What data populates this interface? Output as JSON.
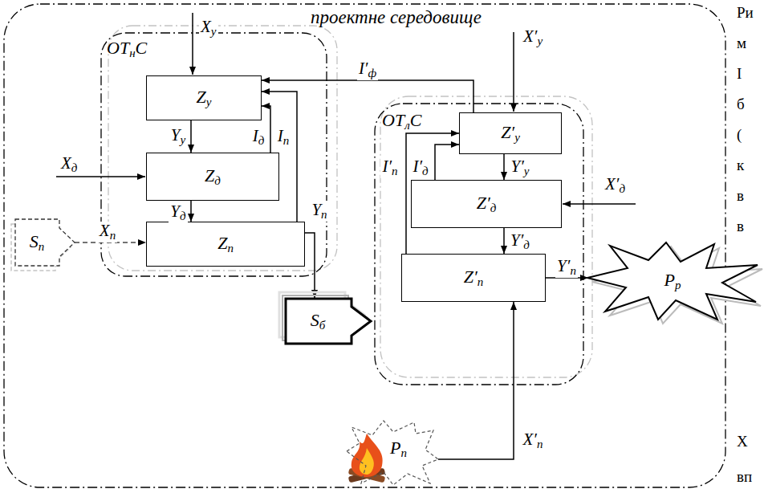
{
  "diagram": {
    "nodes": [
      {
        "text": [
          "проектне середовище"
        ]
      },
      {
        "text": [
          "OTнC"
        ],
        "in": 0
      },
      {
        "text": [
          "Zу"
        ],
        "in": 1
      },
      {
        "text": [
          "Zд"
        ],
        "in": 1
      },
      {
        "text": [
          "Zп"
        ],
        "in": 1
      },
      {
        "text": [
          "OTлC"
        ],
        "in": 0
      },
      {
        "text": [
          "Z′у"
        ],
        "in": 5
      },
      {
        "text": [
          "Z′д"
        ],
        "in": 5
      },
      {
        "text": [
          "Z′п"
        ],
        "in": 5
      },
      {
        "text": [
          "Sп"
        ],
        "in": 0
      },
      {
        "text": [
          "Sб"
        ],
        "in": 0
      },
      {
        "text": [
          "Pп"
        ],
        "in": 0
      },
      {
        "text": [
          "Pр"
        ]
      }
    ],
    "edges": [
      {
        "from": 2,
        "to": 3,
        "label": "Yу",
        "arrow": "to"
      },
      {
        "from": 3,
        "to": 4,
        "label": "Yд",
        "arrow": "to"
      },
      {
        "from": 3,
        "to": 2,
        "label": "Iд",
        "arrow": "to"
      },
      {
        "from": 4,
        "to": 2,
        "label": "Iп",
        "arrow": "to"
      },
      {
        "from": 6,
        "to": 2,
        "label": "I′ф",
        "arrow": "to"
      },
      {
        "from": 4,
        "to": 10,
        "label": "Yп",
        "arrow": "to"
      },
      {
        "from": 9,
        "to": 4,
        "label": "Xп",
        "arrow": "to"
      },
      {
        "from": 6,
        "to": 7,
        "label": "Y′у",
        "arrow": "to"
      },
      {
        "from": 7,
        "to": 8,
        "label": "Y′д",
        "arrow": "to"
      },
      {
        "from": 7,
        "to": 6,
        "label": "I′д",
        "arrow": "to"
      },
      {
        "from": 8,
        "to": 6,
        "label": "I′п",
        "arrow": "to"
      },
      {
        "from": 8,
        "to": 12,
        "label": "Y′п",
        "arrow": "to"
      },
      {
        "from": 11,
        "to": 8,
        "label": "X′п",
        "arrow": "to"
      }
    ],
    "labels": [
      "Xу",
      "Xд",
      "X′у",
      "X′д",
      "Ри",
      "м",
      "І",
      "б",
      "(",
      "к",
      "в",
      "в",
      "Х",
      "вп"
    ]
  }
}
